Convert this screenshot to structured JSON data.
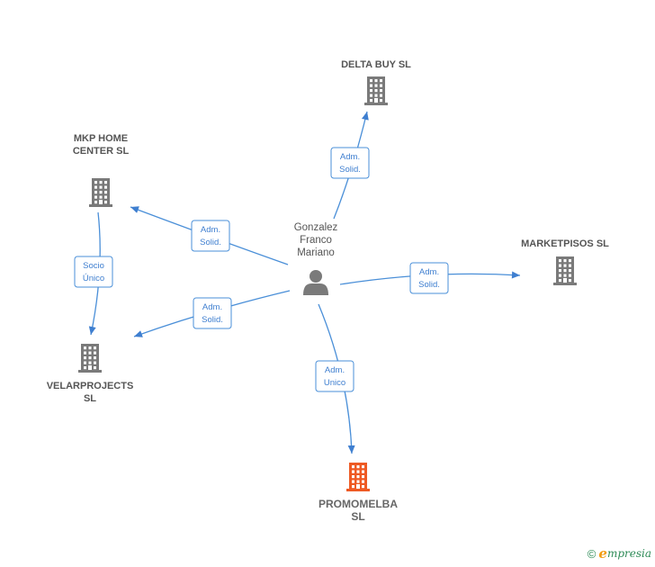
{
  "colors": {
    "edge": "#4a8fd8",
    "building": "#7a7a7a",
    "building_focus": "#ee5a24",
    "person": "#7a7a7a",
    "brand_green": "#2e8b57",
    "brand_orange": "#f39c12"
  },
  "person": {
    "lines": [
      "Gonzalez",
      "Franco",
      "Mariano"
    ],
    "icon": "person-icon"
  },
  "companies": [
    {
      "id": "delta",
      "lines": [
        "DELTA BUY  SL"
      ],
      "icon": "building-icon",
      "focus": false
    },
    {
      "id": "mkp",
      "lines": [
        "MKP HOME",
        "CENTER  SL"
      ],
      "icon": "building-icon",
      "focus": false
    },
    {
      "id": "marketpisos",
      "lines": [
        "MARKETPISOS SL"
      ],
      "icon": "building-icon",
      "focus": false
    },
    {
      "id": "velar",
      "lines": [
        "VELARPROJECTS",
        "SL"
      ],
      "icon": "building-icon",
      "focus": false
    },
    {
      "id": "promomelba",
      "lines": [
        "PROMOMELBA",
        "SL"
      ],
      "icon": "building-icon",
      "focus": true
    }
  ],
  "relations": [
    {
      "from": "person",
      "to": "delta",
      "label": [
        "Adm.",
        "Solid."
      ]
    },
    {
      "from": "person",
      "to": "mkp",
      "label": [
        "Adm.",
        "Solid."
      ]
    },
    {
      "from": "person",
      "to": "marketpisos",
      "label": [
        "Adm.",
        "Solid."
      ]
    },
    {
      "from": "person",
      "to": "velar",
      "label": [
        "Adm.",
        "Solid."
      ]
    },
    {
      "from": "person",
      "to": "promomelba",
      "label": [
        "Adm.",
        "Unico"
      ]
    },
    {
      "from": "mkp",
      "to": "velar",
      "label": [
        "Socio",
        "Único"
      ]
    }
  ],
  "footer": {
    "copyright": "©",
    "brand_e": "e",
    "brand_rest": "mpresia"
  }
}
